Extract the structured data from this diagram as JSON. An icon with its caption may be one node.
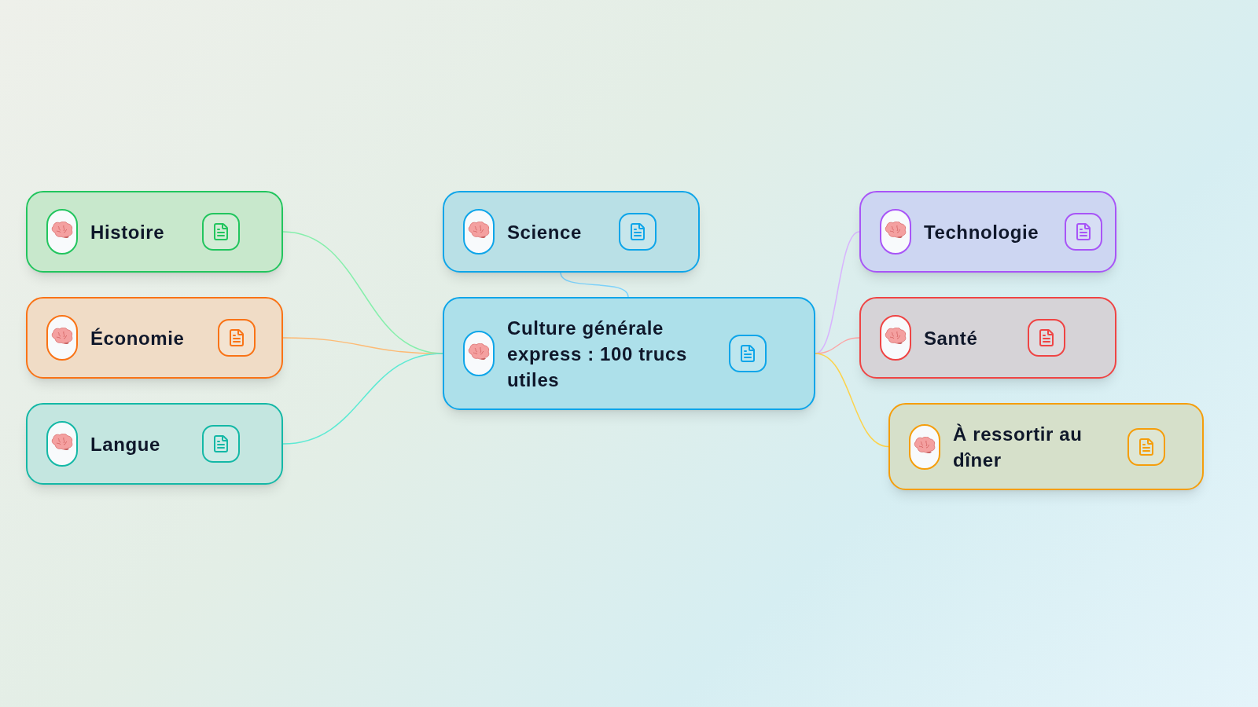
{
  "diagram": {
    "nodes": [
      {
        "text": [
          "Culture générale express : 100 trucs utiles"
        ]
      },
      {
        "text": [
          "Histoire"
        ]
      },
      {
        "text": [
          "Économie"
        ]
      },
      {
        "text": [
          "Langue"
        ]
      },
      {
        "text": [
          "Science"
        ]
      },
      {
        "text": [
          "Technologie"
        ]
      },
      {
        "text": [
          "Santé"
        ]
      },
      {
        "text": [
          "À ressortir au dîner"
        ]
      }
    ],
    "edges": [
      {
        "from": 0,
        "to": 1,
        "arrow": "none",
        "color": "#86efac"
      },
      {
        "from": 0,
        "to": 2,
        "arrow": "none",
        "color": "#fdba74"
      },
      {
        "from": 0,
        "to": 3,
        "arrow": "none",
        "color": "#5eead4"
      },
      {
        "from": 0,
        "to": 4,
        "arrow": "none",
        "color": "#7dd3fc"
      },
      {
        "from": 0,
        "to": 5,
        "arrow": "none",
        "color": "#d8b4fe"
      },
      {
        "from": 0,
        "to": 6,
        "arrow": "none",
        "color": "#fca5a5"
      },
      {
        "from": 0,
        "to": 7,
        "arrow": "none",
        "color": "#fcd34d"
      }
    ]
  }
}
